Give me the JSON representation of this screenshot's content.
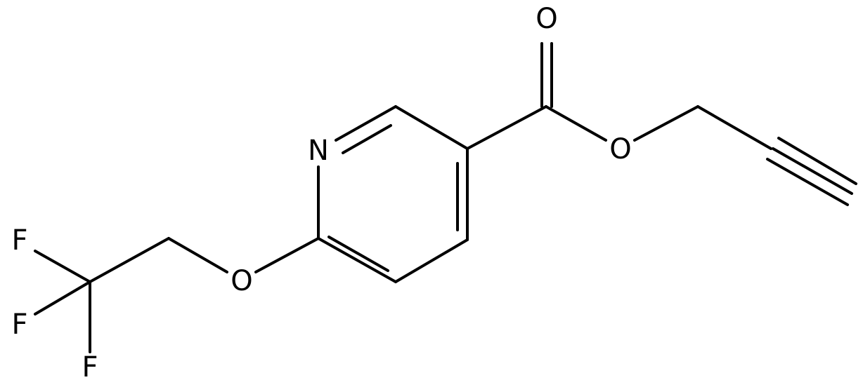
{
  "molecule": {
    "atoms": {
      "n": "N",
      "o_carbonyl": "O",
      "o_ester": "O",
      "o_ether": "O",
      "f1": "F",
      "f2": "F",
      "f3": "F"
    },
    "colors": {
      "bond": "#000000",
      "label": "#000000",
      "background": "#ffffff"
    }
  }
}
